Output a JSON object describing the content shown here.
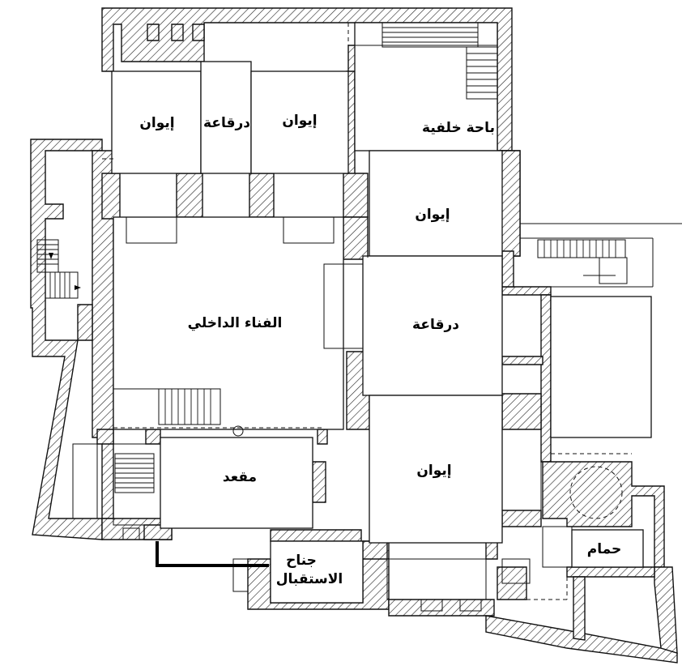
{
  "rooms": {
    "iwan_top_left": "إيوان",
    "durqaa_top": "درقاعة",
    "iwan_top_right": "إيوان",
    "back_yard": "باحة خلفية",
    "inner_courtyard": "الفناء الداخلي",
    "iwan_east_upper": "إيوان",
    "durqaa_east": "درقاعة",
    "maqad": "مقعد",
    "iwan_east_lower": "إيوان",
    "hammam": "حمام",
    "reception_wing_line1": "جناح",
    "reception_wing_line2": "الاستقبال"
  }
}
